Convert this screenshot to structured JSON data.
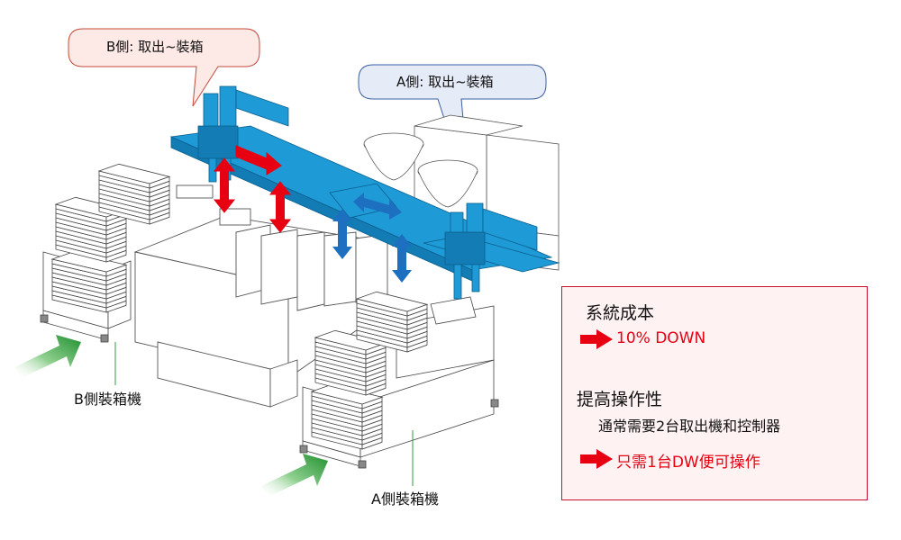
{
  "callouts": {
    "b_side": "B側: 取出~裝箱",
    "a_side": "A側: 取出~裝箱"
  },
  "machines": {
    "b_label": "B側裝箱機",
    "a_label": "A側裝箱機"
  },
  "info": {
    "cost_heading": "系統成本",
    "cost_result": "10% DOWN",
    "ops_heading": "提高操作性",
    "ops_detail": "通常需要2台取出機和控制器",
    "ops_result": "只需1台DW便可操作"
  },
  "colors": {
    "robot_blue": "#1e9ad6",
    "arrow_red": "#e60012",
    "arrow_blue": "#1d6fc0",
    "feed_green": "#2e9d3a",
    "callout_b_fill": "#fde9e6",
    "callout_a_fill": "#e6ecf7",
    "box_border": "#c8102e",
    "box_fill": "#fff2f2"
  }
}
